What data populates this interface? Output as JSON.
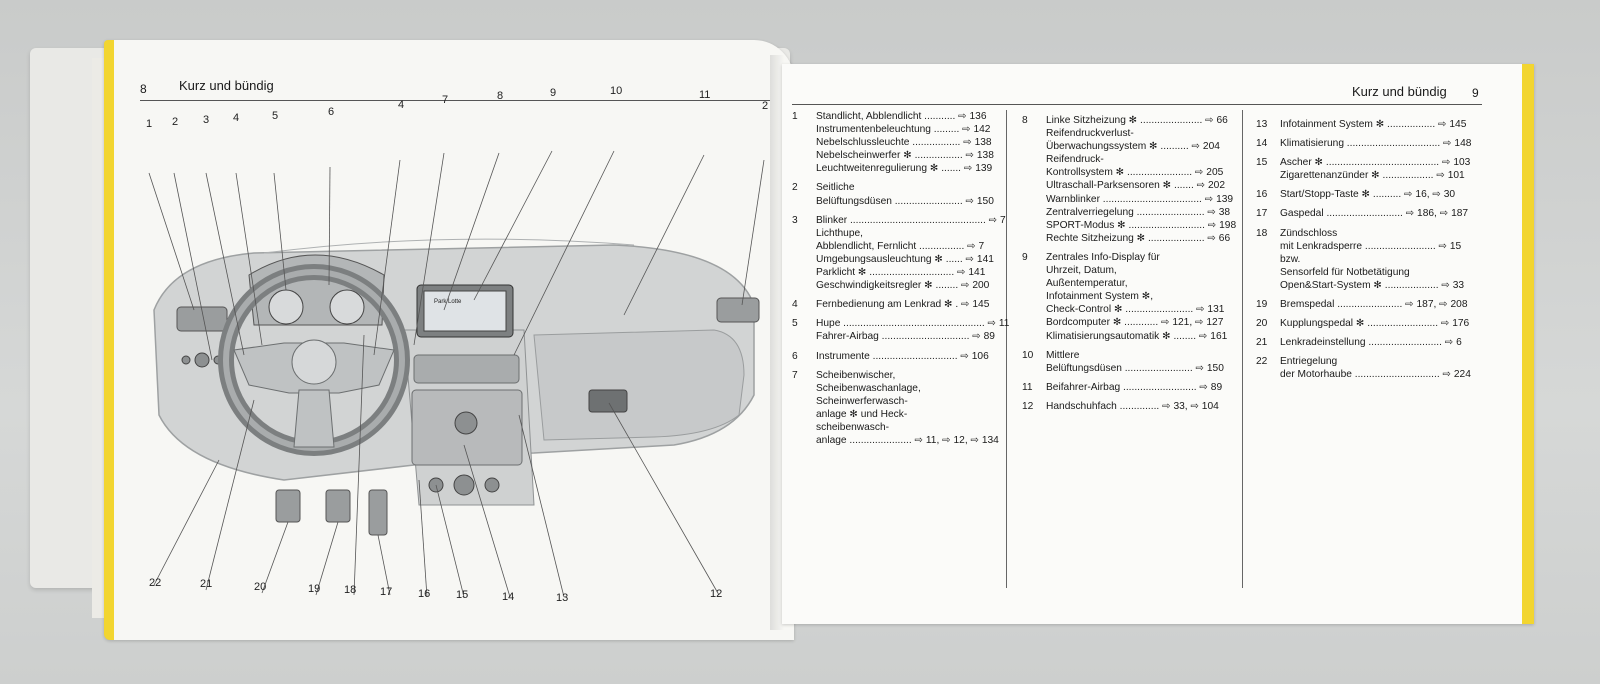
{
  "left_page": {
    "page_number": "8",
    "header_title": "Kurz und bündig",
    "callouts_top": [
      "1",
      "2",
      "3",
      "4",
      "5",
      "6",
      "4",
      "7",
      "8",
      "9",
      "10",
      "11",
      "2"
    ],
    "callouts_bottom": [
      "22",
      "21",
      "20",
      "19",
      "18",
      "17",
      "16",
      "15",
      "14",
      "13",
      "12"
    ],
    "display_label": "Park Lotte"
  },
  "right_page": {
    "page_number": "9",
    "header_title": "Kurz und bündig",
    "columns": [
      [
        {
          "n": "1",
          "lines": [
            "Standlicht, Abblendlicht ........... ⇨ 136",
            "Instrumentenbeleuchtung ......... ⇨ 142",
            "Nebelschlussleuchte ................. ⇨ 138",
            "Nebelscheinwerfer ✻ ................. ⇨ 138",
            "Leuchtweitenregulierung ✻ ....... ⇨ 139"
          ]
        },
        {
          "n": "2",
          "lines": [
            "Seitliche",
            "Belüftungsdüsen ........................ ⇨ 150"
          ]
        },
        {
          "n": "3",
          "lines": [
            "Blinker ................................................ ⇨ 7",
            "Lichthupe,",
            "Abblendlicht, Fernlicht ................ ⇨ 7",
            "Umgebungsausleuchtung ✻ ...... ⇨ 141",
            "Parklicht ✻ .............................. ⇨ 141",
            "Geschwindigkeitsregler ✻ ........ ⇨ 200"
          ]
        },
        {
          "n": "4",
          "lines": [
            "Fernbedienung am Lenkrad ✻ . ⇨ 145"
          ]
        },
        {
          "n": "5",
          "lines": [
            "Hupe .................................................. ⇨ 11",
            "Fahrer-Airbag ............................... ⇨ 89"
          ]
        },
        {
          "n": "6",
          "lines": [
            "Instrumente .............................. ⇨ 106"
          ]
        },
        {
          "n": "7",
          "lines": [
            "Scheibenwischer,",
            "Scheibenwaschanlage,",
            "Scheinwerferwasch-",
            "anlage ✻ und Heck-",
            "scheibenwasch-",
            "anlage ...................... ⇨ 11, ⇨ 12, ⇨ 134"
          ]
        }
      ],
      [
        {
          "n": "8",
          "lines": [
            "Linke Sitzheizung ✻ ...................... ⇨ 66",
            "Reifendruckverlust-",
            "Überwachungssystem ✻ .......... ⇨ 204",
            "Reifendruck-",
            "Kontrollsystem ✻ ....................... ⇨ 205",
            "Ultraschall-Parksensoren ✻ ....... ⇨ 202",
            "Warnblinker ................................... ⇨ 139",
            "Zentralverriegelung ........................ ⇨ 38",
            "SPORT-Modus ✻ ........................... ⇨ 198",
            "Rechte Sitzheizung ✻ .................... ⇨ 66"
          ]
        },
        {
          "n": "9",
          "lines": [
            "Zentrales Info-Display für",
            "Uhrzeit, Datum,",
            "Außentemperatur,",
            "Infotainment System ✻,",
            "Check-Control ✻ ........................ ⇨ 131",
            "Bordcomputer ✻ ............ ⇨ 121, ⇨ 127",
            "Klimatisierungsautomatik ✻ ........ ⇨ 161"
          ]
        },
        {
          "n": "10",
          "lines": [
            "Mittlere",
            "Belüftungsdüsen ........................ ⇨ 150"
          ]
        },
        {
          "n": "11",
          "lines": [
            "Beifahrer-Airbag .......................... ⇨ 89"
          ]
        },
        {
          "n": "12",
          "lines": [
            "Handschuhfach .............. ⇨ 33, ⇨ 104"
          ]
        }
      ],
      [
        {
          "n": "13",
          "lines": [
            "Infotainment System ✻ ................. ⇨ 145"
          ]
        },
        {
          "n": "14",
          "lines": [
            "Klimatisierung ................................. ⇨ 148"
          ]
        },
        {
          "n": "15",
          "lines": [
            "Ascher ✻ ........................................ ⇨ 103",
            "Zigarettenanzünder ✻ .................. ⇨ 101"
          ]
        },
        {
          "n": "16",
          "lines": [
            "Start/Stopp-Taste ✻ .......... ⇨ 16, ⇨ 30"
          ]
        },
        {
          "n": "17",
          "lines": [
            "Gaspedal ........................... ⇨ 186, ⇨ 187"
          ]
        },
        {
          "n": "18",
          "lines": [
            "Zündschloss",
            "mit Lenkradsperre ......................... ⇨ 15",
            "bzw.",
            "Sensorfeld für Notbetätigung",
            "Open&Start-System ✻ ................... ⇨ 33"
          ]
        },
        {
          "n": "19",
          "lines": [
            "Bremspedal ....................... ⇨ 187, ⇨ 208"
          ]
        },
        {
          "n": "20",
          "lines": [
            "Kupplungspedal ✻ ......................... ⇨ 176"
          ]
        },
        {
          "n": "21",
          "lines": [
            "Lenkradeinstellung .......................... ⇨ 6"
          ]
        },
        {
          "n": "22",
          "lines": [
            "Entriegelung",
            "der Motorhaube .............................. ⇨ 224"
          ]
        }
      ]
    ]
  },
  "colors": {
    "accent_yellow": "#f2d530",
    "ink": "#1a1a1a",
    "drawing_gray": "#b9bcbd"
  }
}
